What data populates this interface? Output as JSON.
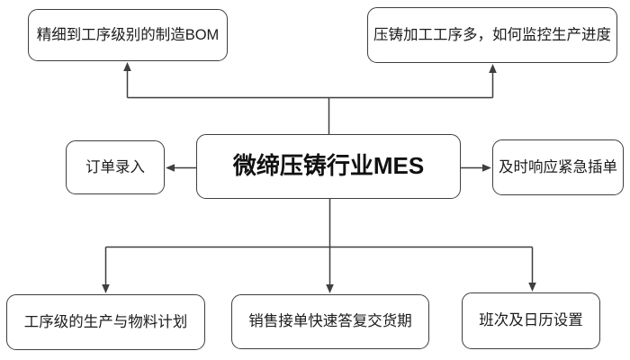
{
  "diagram": {
    "type": "flowchart",
    "background": "#ffffff",
    "line_color": "#3f3f3f",
    "text_color": "#1c1c1c",
    "nodes": {
      "center": {
        "label": "微缔压铸行业MES",
        "role": "root"
      },
      "top_left": {
        "label": "精细到工序级别的制造BOM"
      },
      "top_right": {
        "label": "压铸加工工序多，如何监控生产进度"
      },
      "left": {
        "label": "订单录入"
      },
      "right": {
        "label": "及时响应紧急插单"
      },
      "bottom_left": {
        "label": "工序级的生产与物料计划"
      },
      "bottom_center": {
        "label": "销售接单快速答复交货期"
      },
      "bottom_right": {
        "label": "班次及日历设置"
      }
    },
    "edges": [
      {
        "from": "center",
        "to": "top_left",
        "direction": "up"
      },
      {
        "from": "center",
        "to": "top_right",
        "direction": "up"
      },
      {
        "from": "center",
        "to": "left",
        "direction": "left"
      },
      {
        "from": "center",
        "to": "right",
        "direction": "right"
      },
      {
        "from": "center",
        "to": "bottom_left",
        "direction": "down"
      },
      {
        "from": "center",
        "to": "bottom_center",
        "direction": "down"
      },
      {
        "from": "center",
        "to": "bottom_right",
        "direction": "down"
      }
    ]
  }
}
